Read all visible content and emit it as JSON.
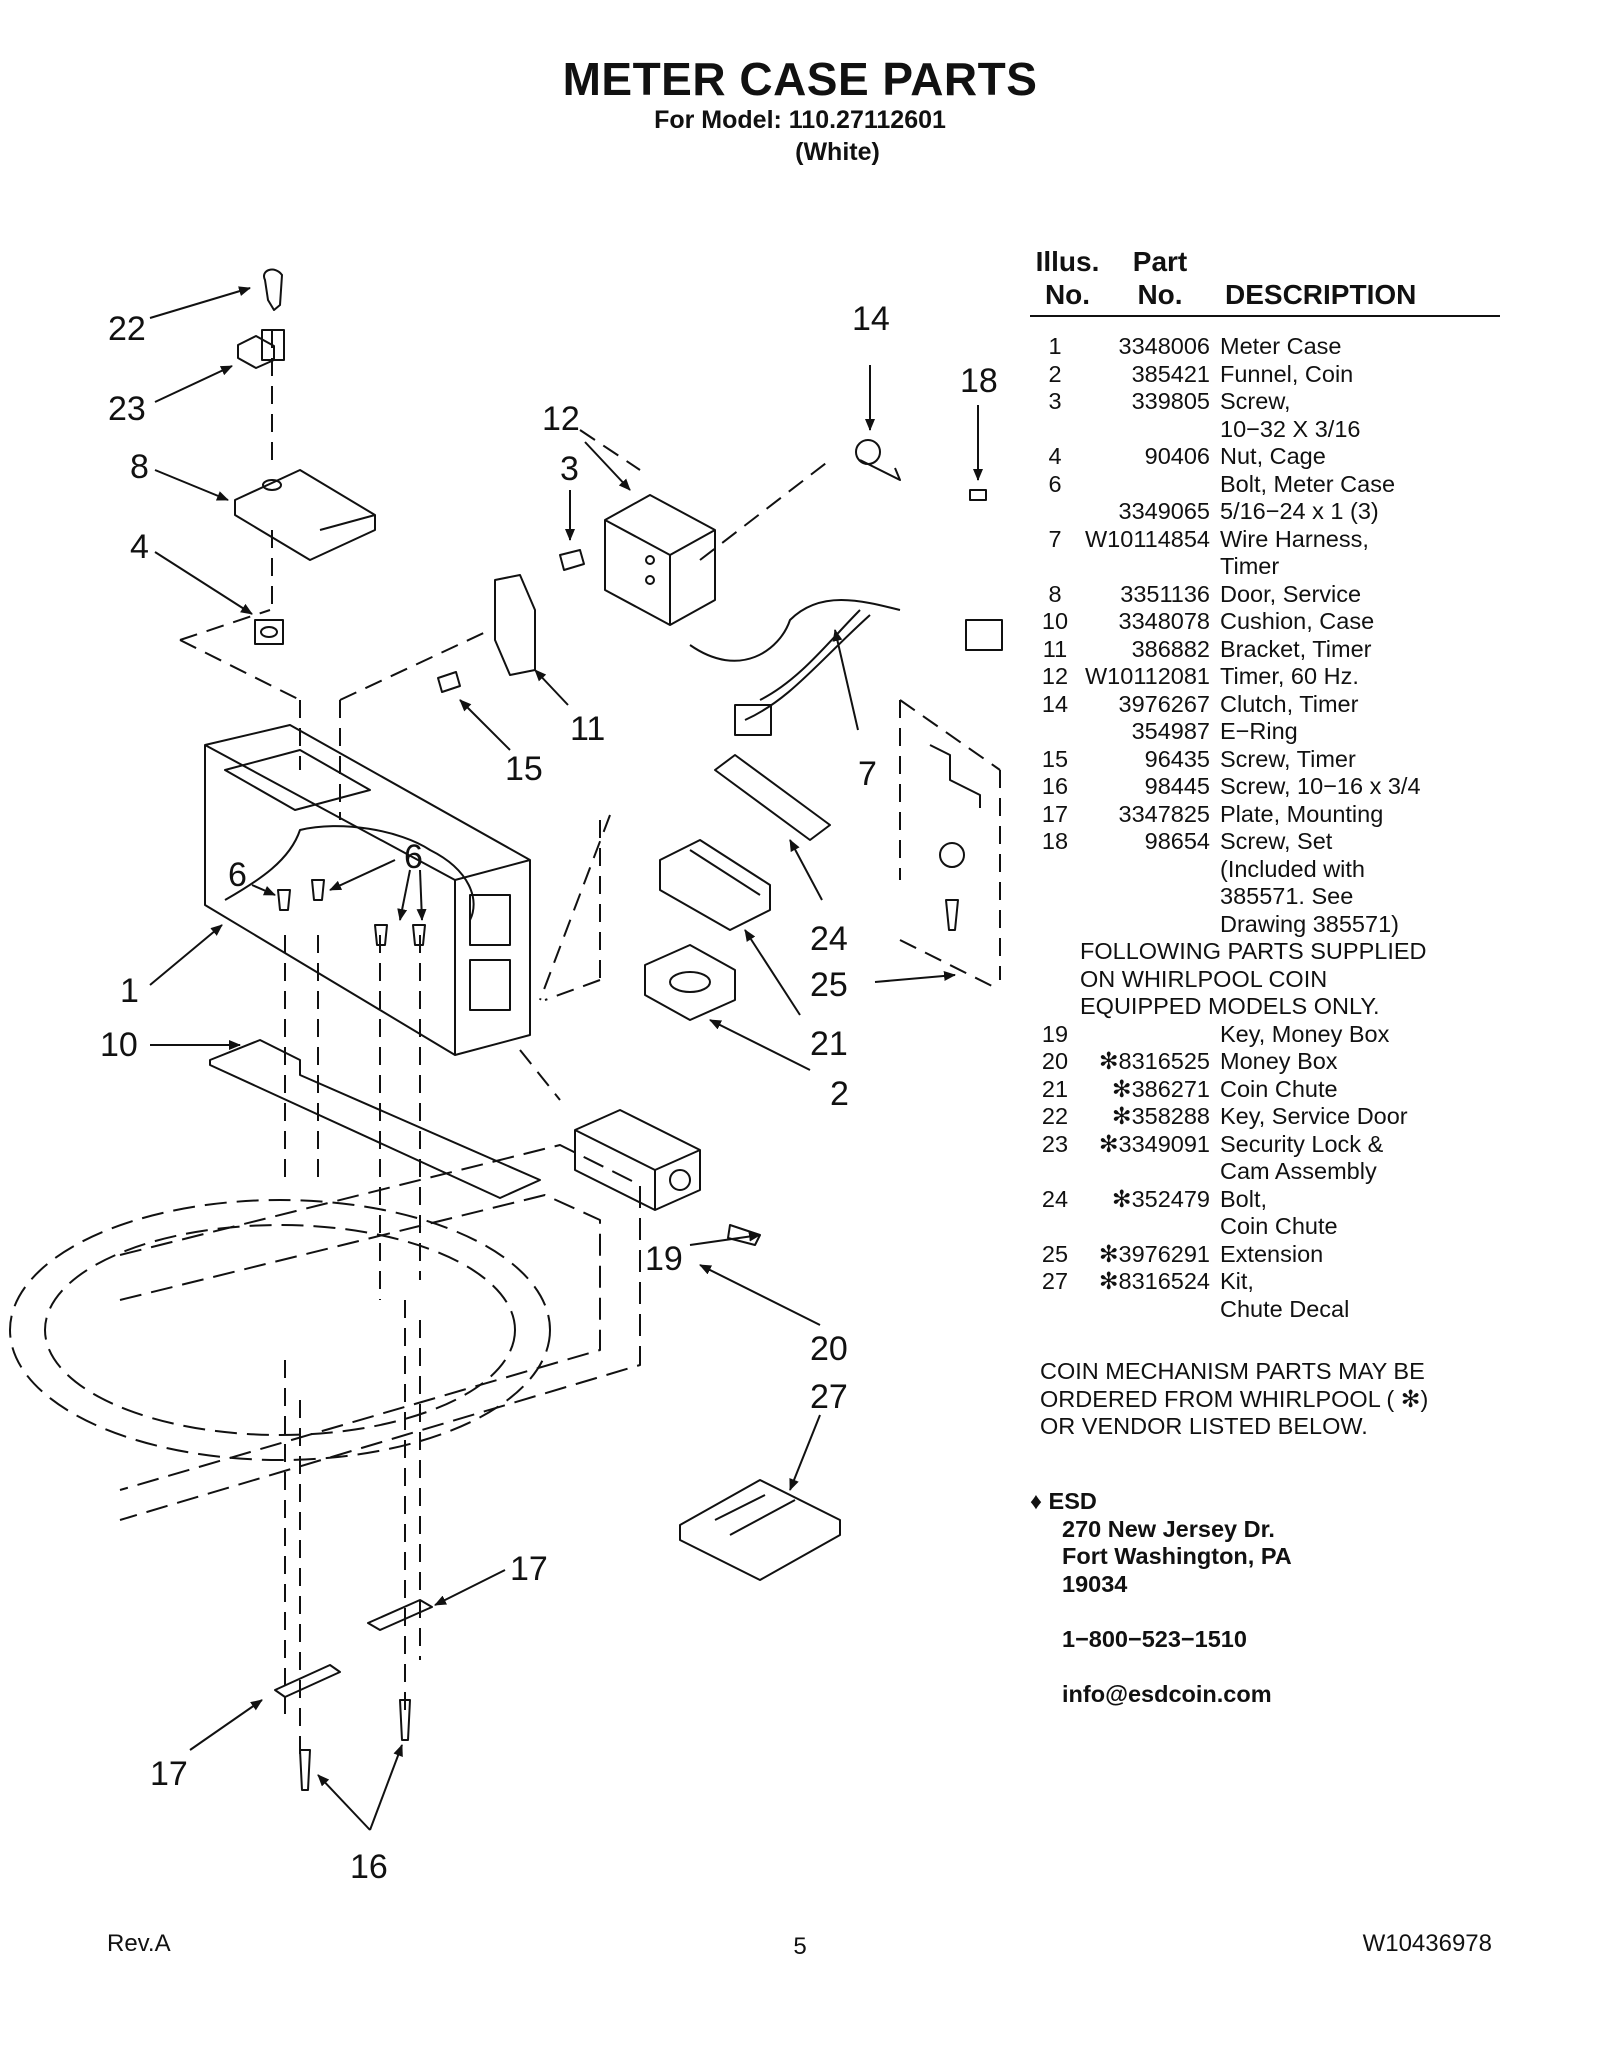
{
  "page": {
    "title": "METER CASE PARTS",
    "model_line": "For Model: 110.27112601",
    "color_line": "(White)"
  },
  "callouts": {
    "c22": "22",
    "c23": "23",
    "c8": "8",
    "c4": "4",
    "c12": "12",
    "c3": "3",
    "c14": "14",
    "c18": "18",
    "c11": "11",
    "c15": "15",
    "c7": "7",
    "c6a": "6",
    "c6b": "6",
    "c1": "1",
    "c10": "10",
    "c24": "24",
    "c25": "25",
    "c21": "21",
    "c2": "2",
    "c19": "19",
    "c20": "20",
    "c27": "27",
    "c17a": "17",
    "c17b": "17",
    "c16": "16"
  },
  "table": {
    "header_illus": "Illus.",
    "header_illus2": "No.",
    "header_part": "Part",
    "header_part2": "No.",
    "header_desc": "DESCRIPTION",
    "rows": [
      {
        "no": "1",
        "part": "3348006",
        "desc": "Meter Case"
      },
      {
        "no": "2",
        "part": "385421",
        "desc": "Funnel, Coin"
      },
      {
        "no": "3",
        "part": "339805",
        "desc": "Screw,\n10−32 X 3/16"
      },
      {
        "no": "4",
        "part": "90406",
        "desc": "Nut, Cage"
      },
      {
        "no": "6",
        "part": "",
        "desc": "Bolt, Meter Case"
      },
      {
        "no": "",
        "part": "3349065",
        "desc": "5/16−24 x 1 (3)"
      },
      {
        "no": "7",
        "part": "W10114854",
        "desc": "Wire Harness,\nTimer"
      },
      {
        "no": "8",
        "part": "3351136",
        "desc": "Door, Service"
      },
      {
        "no": "10",
        "part": "3348078",
        "desc": "Cushion, Case"
      },
      {
        "no": "11",
        "part": "386882",
        "desc": "Bracket, Timer"
      },
      {
        "no": "12",
        "part": "W10112081",
        "desc": "Timer, 60 Hz."
      },
      {
        "no": "14",
        "part": "3976267",
        "desc": "Clutch, Timer"
      },
      {
        "no": "",
        "part": "354987",
        "desc": "E−Ring"
      },
      {
        "no": "15",
        "part": "96435",
        "desc": "Screw, Timer"
      },
      {
        "no": "16",
        "part": "98445",
        "desc": "Screw, 10−16 x 3/4"
      },
      {
        "no": "17",
        "part": "3347825",
        "desc": "Plate, Mounting"
      },
      {
        "no": "18",
        "part": "98654",
        "desc": "Screw, Set\n(Included with\n385571. See\nDrawing 385571)"
      }
    ],
    "note": "FOLLOWING PARTS SUPPLIED\nON WHIRLPOOL COIN\nEQUIPPED MODELS ONLY.",
    "rows2": [
      {
        "no": "19",
        "part": "",
        "desc": "Key, Money Box"
      },
      {
        "no": "20",
        "part": "✻8316525",
        "desc": "Money Box"
      },
      {
        "no": "21",
        "part": "✻386271",
        "desc": "Coin Chute"
      },
      {
        "no": "22",
        "part": "✻358288",
        "desc": "Key, Service Door"
      },
      {
        "no": "23",
        "part": "✻3349091",
        "desc": "Security Lock &\nCam Assembly"
      },
      {
        "no": "24",
        "part": "✻352479",
        "desc": "Bolt,\nCoin Chute"
      },
      {
        "no": "25",
        "part": "✻3976291",
        "desc": "Extension"
      },
      {
        "no": "27",
        "part": "✻8316524",
        "desc": "Kit,\nChute Decal"
      }
    ]
  },
  "coin_note": "COIN MECHANISM PARTS MAY BE\nORDERED FROM WHIRLPOOL ( ✻)\nOR VENDOR LISTED BELOW.",
  "vendor": {
    "bullet": "♦",
    "name": "ESD",
    "address1": "270 New Jersey Dr.",
    "address2": "Fort Washington, PA",
    "zip": "19034",
    "phone": "1−800−523−1510",
    "email": "info@esdcoin.com"
  },
  "footer": {
    "left": "Rev.A",
    "page": "5",
    "right": "W10436978"
  }
}
